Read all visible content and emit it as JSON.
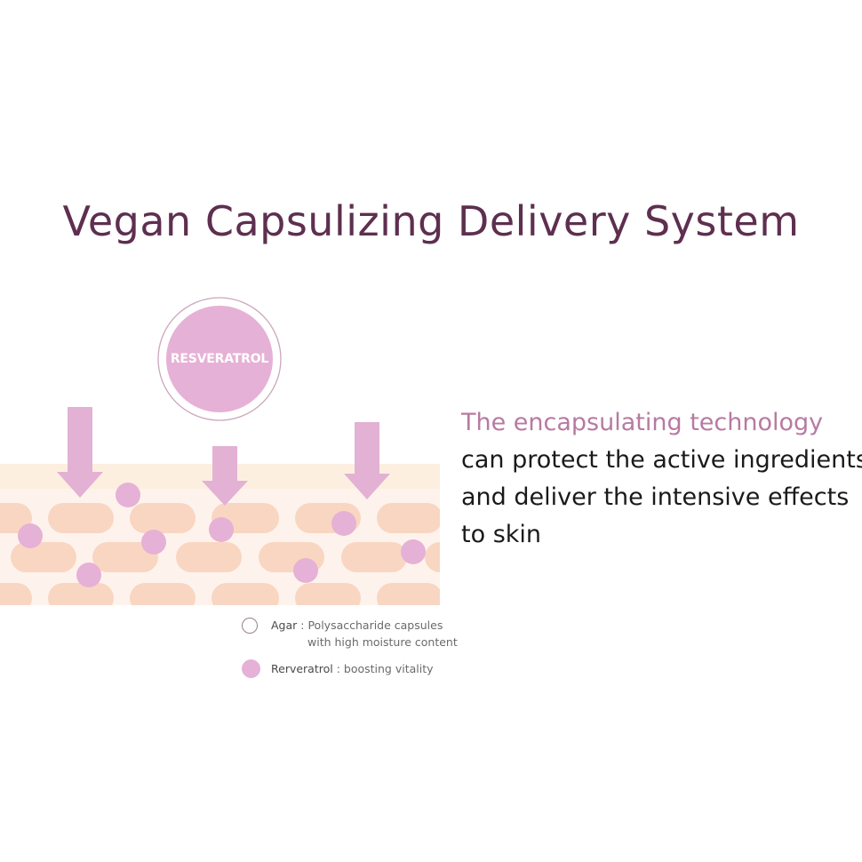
{
  "title": "Vegan Capsulizing Delivery System",
  "badge": {
    "label": "RESVERATROL"
  },
  "description": {
    "highlight": "The encapsulating technology",
    "lines": [
      "can protect the active ingredients",
      "and deliver the intensive effects",
      "to skin"
    ]
  },
  "legend": {
    "agar": {
      "name": "Agar",
      "text_line1": " : Polysaccharide capsules",
      "text_line2": "with high moisture content"
    },
    "resveratrol": {
      "name": "Rerveratrol",
      "text": " : boosting vitality"
    }
  },
  "colors": {
    "title": "#5e2f4f",
    "highlight": "#b77aa2",
    "capsule": "#e6b1d6",
    "skin_top": "#fdefe0",
    "skin_cell": "#f9d6c2",
    "arrow": "#e3b1d3"
  }
}
